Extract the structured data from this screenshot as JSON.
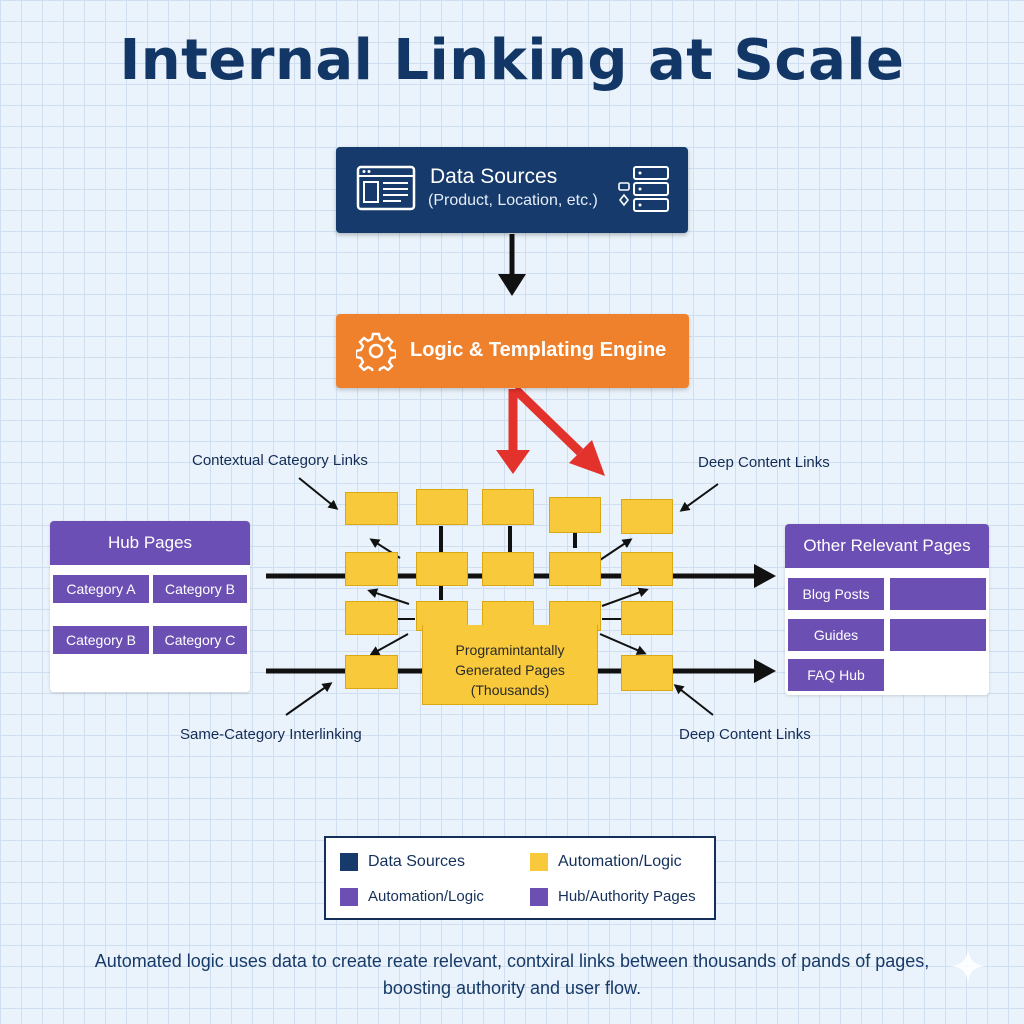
{
  "title": "Internal Linking at Scale",
  "data_sources": {
    "title": "Data Sources",
    "subtitle": "(Product, Location, etc.)"
  },
  "engine": {
    "title": "Logic & Templating Engine"
  },
  "callouts": {
    "contextual": "Contextual Category Links",
    "deep_top": "Deep Content Links",
    "same_category": "Same-Category Interlinking",
    "deep_bottom": "Deep Content Links"
  },
  "hub": {
    "title": "Hub Pages",
    "categories": [
      "Category A",
      "Category B",
      "Category B",
      "Category C"
    ]
  },
  "other": {
    "title": "Other Relevant Pages",
    "items": [
      "Blog Posts",
      "Guides",
      "FAQ Hub"
    ]
  },
  "generated": {
    "line1": "Programintantally",
    "line2": "Generated Pages",
    "line3": "(Thousands)"
  },
  "legend": [
    {
      "label": "Data Sources",
      "color": "#153a6b"
    },
    {
      "label": "Automation/Logic",
      "color": "#f7c93b"
    },
    {
      "label": "Automation/Logic",
      "color": "#6b4fb3"
    },
    {
      "label": "Hub/Authority Pages",
      "color": "#6b4fb3"
    }
  ],
  "footer": {
    "line1": "Automated logic uses data to create reate relevant, contxiral links between thousands of pands of pages,",
    "line2": "boosting authority and user flow."
  },
  "colors": {
    "navy": "#153a6b",
    "orange": "#f0812c",
    "yellow": "#f7c93b",
    "purple": "#6b4fb3",
    "red": "#e3312b"
  }
}
